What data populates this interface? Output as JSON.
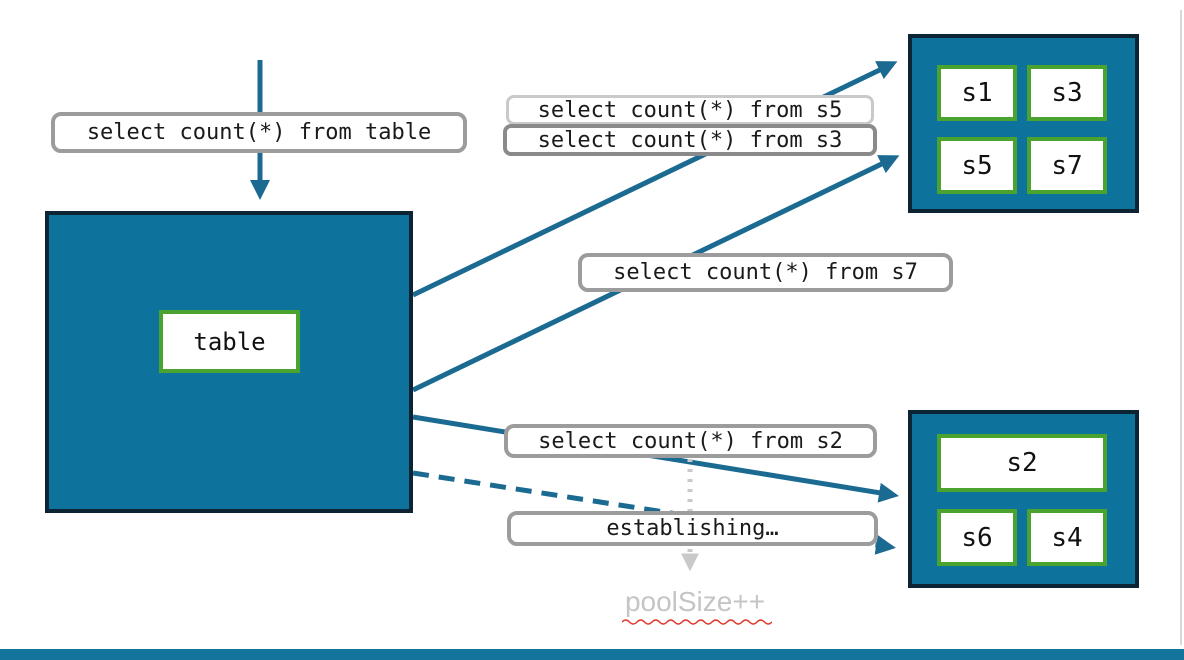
{
  "colors": {
    "teal_fill": "#0E739C",
    "dark_border": "#0D2434",
    "arrow_teal": "#1B6A91",
    "green_border": "#4AA32F",
    "label_border_gray": "#9C9C9C",
    "label_border_light": "#C9C9C9",
    "muted_gray": "#C5C5C5",
    "squiggle_red": "#E0382E"
  },
  "table_node": {
    "label": "table"
  },
  "query_labels": {
    "from_table": "select count(*) from table",
    "from_s5": "select count(*) from s5",
    "from_s3": "select count(*) from s3",
    "from_s7": "select count(*) from s7",
    "from_s2": "select count(*) from s2",
    "establishing": "establishing…"
  },
  "shard_box_top": {
    "cells": [
      "s1",
      "s3",
      "s5",
      "s7"
    ]
  },
  "shard_box_bottom": {
    "wide_cell": "s2",
    "cells": [
      "s6",
      "s4"
    ]
  },
  "annotation": {
    "pool_size": "poolSize++"
  }
}
